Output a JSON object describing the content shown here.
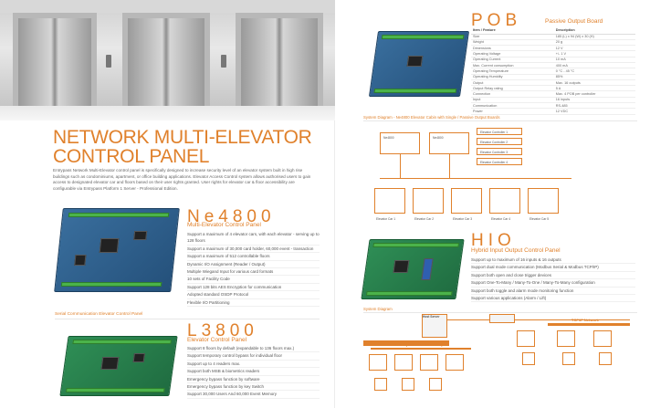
{
  "left": {
    "title_line1": "NETWORK MULTI-ELEVATOR",
    "title_line2": "CONTROL PANEL",
    "intro": "Entrypass Network Multi-Elevator control panel is specifically designed to increase security level of an elevator system built in high rise buildings such as condominiums, apartment, or office building applications. Elevator Access Control system allows authorised users to gain access to designated elevator car and floors based on their user rights granted. User rights for elevator car & floor accessibility are configurable via Entrypass Platform 1 Server - Professional Edition.",
    "ne4800": {
      "name": "Ne4800",
      "subtitle": "Multi-Elevator Control Panel",
      "features": [
        "Support a maximum of 4 elevator cars, with each elevator - serving up to 128 floors",
        "Support a maximum of 30,000 card holder, 60,000 event - transaction",
        "Support a maximum of 512 controllable floors",
        "Dynamic I/O Assignment (Reader / Output)",
        "Multiple Wiegand Input for various card formats",
        "10 sets of Facility Code",
        "Support 128 bits AES Encryption for communication",
        "Adopted standard OSDP Protocol",
        "Flexible I/O Partitioning"
      ]
    },
    "serial_label": "Serial Communication Elevator Control Panel",
    "l3800": {
      "name": "L3800",
      "subtitle": "Elevator Control Panel",
      "features": [
        "Support 8 floors by default (expandable to 136 floors max.)",
        "Support temporary control bypass for individual floor",
        "Support up to 4 readers max.",
        "Support both MSB & biometrics readers",
        "Emergency bypass function by software",
        "Emergency bypass function by key Switch",
        "Support 30,000 Users And 60,000 Event Memory"
      ]
    }
  },
  "right": {
    "pob": {
      "name": "POB",
      "subtitle": "Passive Output Board",
      "table_headers": [
        "Item / Feature",
        "Description"
      ],
      "table_rows": [
        [
          "Size",
          "185 (L) x 94 (W) x 30 (H)"
        ],
        [
          "Weight",
          "20 g"
        ],
        [
          "Dimensions",
          "12 V"
        ],
        [
          "Operating Voltage",
          "+/- 1 V"
        ],
        [
          "Operating Current",
          "10 mA"
        ],
        [
          "Max. Current consumption",
          "400 mA"
        ],
        [
          "Operating Temperature",
          "0 °C - 45 °C"
        ],
        [
          "Operating Humidity",
          "85%"
        ],
        [
          "Output",
          "Max. 16 outputs"
        ],
        [
          "Output Relay rating",
          "5 A"
        ],
        [
          "Connection",
          "Max. 4 POB per controller"
        ],
        [
          "Input",
          "16 inputs"
        ],
        [
          "Communication",
          "RS-485"
        ],
        [
          "Power",
          "12 VDC"
        ]
      ],
      "diagram_label": "System Diagram - Ne4800 Elevator Cabin with Single / Passive Output Boards",
      "diagram_top_left": "Ne4800",
      "diagram_top_right": "Ne4800",
      "elevator_controllers": [
        "Elevator Controller 1",
        "Elevator Controller 2",
        "Elevator Controller 3",
        "Elevator Controller 4"
      ],
      "cars": [
        "Elevator Car 1",
        "Elevator Car 2",
        "Elevator Car 3",
        "Elevator Car 4",
        "Elevator Car 5"
      ]
    },
    "hio": {
      "name": "HIO",
      "subtitle": "Hybrid Input Output Control Panel",
      "features": [
        "Support up to maximum of 16 inputs & 16 outputs",
        "Support dual mode communication (Modbus Serial & Modbus TCP/IP)",
        "Support both open and close trigger devices",
        "Support One-To-Many / Many-To-One / Many-To-Many configuration",
        "Support both toggle and alarm mode monitoring function",
        "Support various applications (Alarm / Lift)"
      ],
      "diagram_label": "System Diagram",
      "host_server": "Host Server",
      "rs485": "RS-485 (Maximum 16 Nodes)",
      "tcpip": "TCP/IP Network"
    }
  }
}
